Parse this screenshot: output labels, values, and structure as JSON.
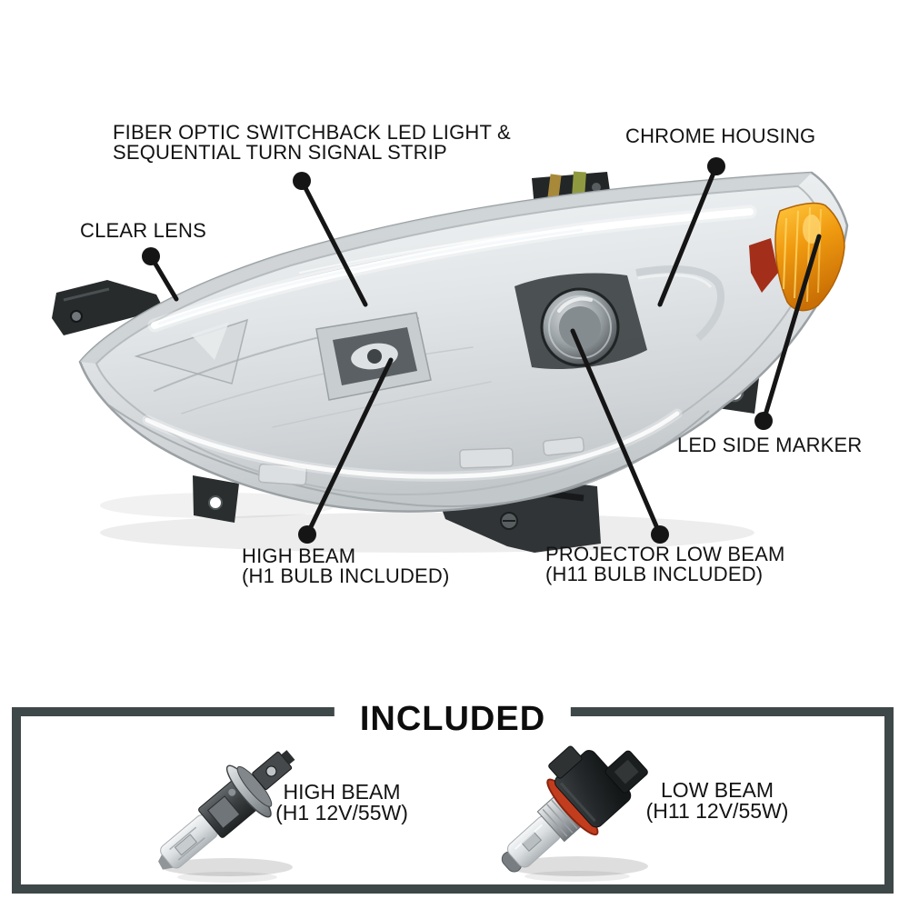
{
  "page": {
    "background_color": "#ffffff",
    "type": "product-annotation-diagram",
    "subject": "chrome-housing-clear-lens-projector-headlight-assembly"
  },
  "callouts": {
    "fiber_optic": {
      "lines": [
        "FIBER OPTIC SWITCHBACK LED LIGHT &",
        "SEQUENTIAL TURN SIGNAL STRIP"
      ]
    },
    "chrome_housing": {
      "lines": [
        "CHROME HOUSING"
      ]
    },
    "clear_lens": {
      "lines": [
        "CLEAR LENS"
      ]
    },
    "led_side_marker": {
      "lines": [
        "LED SIDE MARKER"
      ]
    },
    "high_beam": {
      "lines": [
        "HIGH BEAM",
        "(H1 BULB INCLUDED)"
      ]
    },
    "projector_low_beam": {
      "lines": [
        "PROJECTOR LOW BEAM",
        "(H11 BULB INCLUDED)"
      ]
    }
  },
  "included_section": {
    "title": "INCLUDED",
    "items": [
      {
        "name": "HIGH BEAM",
        "spec": "(H1 12V/55W)",
        "icon": "h1-halogen-bulb"
      },
      {
        "name": "LOW BEAM",
        "spec": "(H11 12V/55W)",
        "icon": "h11-halogen-bulb"
      }
    ],
    "border_color": "#3f4849"
  },
  "colors": {
    "label_text": "#131313",
    "leader_line": "#151515",
    "amber_marker": "#f09a10",
    "red_reflector": "#9d1e08",
    "chrome_light": "#e9ecee",
    "chrome_dark": "#c7cbce",
    "bracket_black": "#2a2e2f"
  }
}
